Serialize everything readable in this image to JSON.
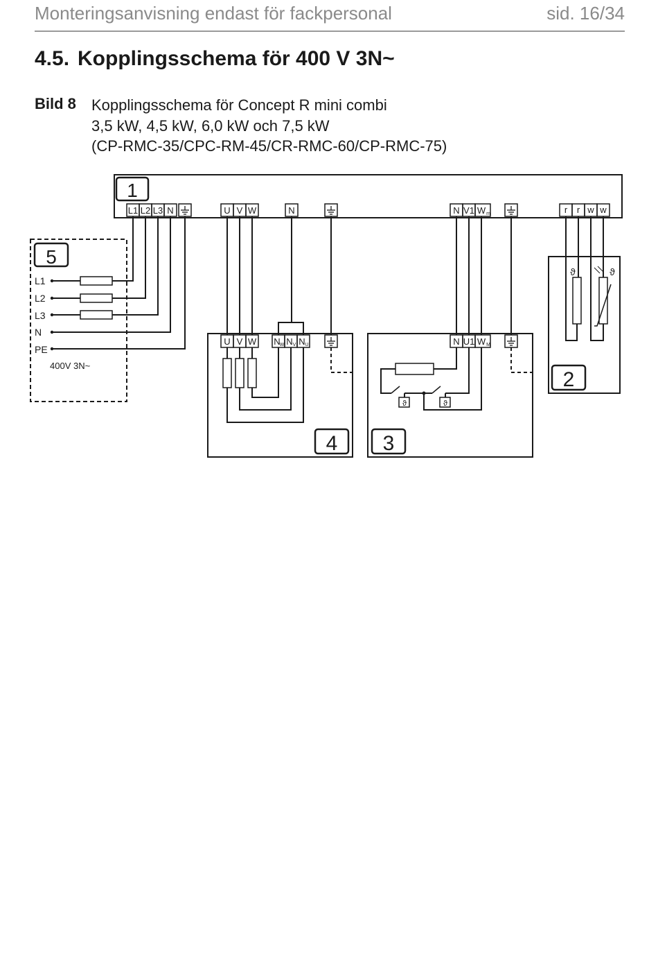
{
  "header": {
    "left": "Monteringsanvisning endast för fackpersonal",
    "right": "sid. 16/34"
  },
  "section": {
    "number": "4.5.",
    "title": "Kopplingsschema för 400 V 3N~"
  },
  "figure": {
    "label": "Bild 8",
    "caption_lines": [
      "Kopplingsschema för Concept R mini combi",
      "3,5 kW, 4,5 kW, 6,0 kW och 7,5 kW",
      "(CP-RMC-35/CPC-RM-45/CR-RMC-60/CP-RMC-75)"
    ]
  },
  "diagram": {
    "box_numbers": [
      "1",
      "2",
      "3",
      "4",
      "5"
    ],
    "supply_labels": [
      "L1",
      "L2",
      "L3",
      "N",
      "PE"
    ],
    "supply_rating": "400V 3N~",
    "terminals_main_supply": [
      "L1",
      "L2",
      "L3",
      "N"
    ],
    "terminals_main_heater": [
      "U",
      "V",
      "W"
    ],
    "terminals_main_neutral": [
      "N"
    ],
    "terminals_main_pump": [
      "N",
      "V1",
      "W"
    ],
    "terminals_main_pump_sub": "m",
    "terminals_main_sensor": [
      "r",
      "r",
      "w",
      "w"
    ],
    "terminals_heater": [
      "U",
      "V",
      "W"
    ],
    "terminals_heater_neutral": [
      {
        "main": "N",
        "sub": "W"
      },
      {
        "main": "N",
        "sub": "V"
      },
      {
        "main": "N",
        "sub": "U"
      }
    ],
    "terminals_pump": [
      "N",
      "U1",
      "W"
    ],
    "terminals_pump_sub": "M",
    "sensor_symbol": "ϑ",
    "ground_symbol": "⏚"
  }
}
